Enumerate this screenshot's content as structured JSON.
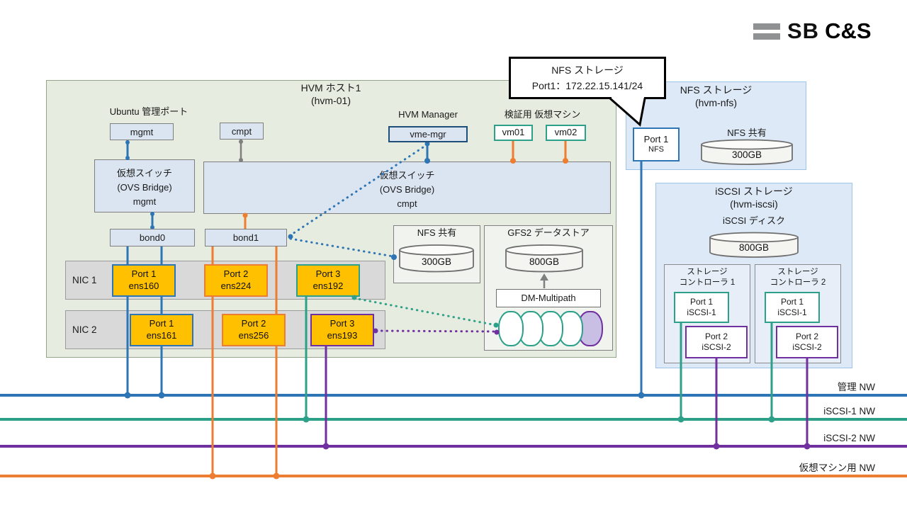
{
  "logo": {
    "sb": "SB",
    "cs": "C&S"
  },
  "host": {
    "title": "HVM ホスト1",
    "subtitle": "(hvm-01)",
    "ubuntu_port_label": "Ubuntu 管理ポート",
    "mgmt": "mgmt",
    "cmpt": "cmpt",
    "hvm_manager_label": "HVM Manager",
    "vme_mgr": "vme-mgr",
    "vm_group_label": "検証用 仮想マシン",
    "vm01": "vm01",
    "vm02": "vm02",
    "vswitch_mgmt": {
      "l1": "仮想スイッチ",
      "l2": "(OVS Bridge)",
      "l3": "mgmt"
    },
    "vswitch_cmpt": {
      "l1": "仮想スイッチ",
      "l2": "(OVS Bridge)",
      "l3": "cmpt"
    },
    "bond0": "bond0",
    "bond1": "bond1",
    "nic1_label": "NIC 1",
    "nic2_label": "NIC 2",
    "ports": {
      "ens160": {
        "l1": "Port 1",
        "l2": "ens160"
      },
      "ens224": {
        "l1": "Port 2",
        "l2": "ens224"
      },
      "ens192": {
        "l1": "Port 3",
        "l2": "ens192"
      },
      "ens161": {
        "l1": "Port 1",
        "l2": "ens161"
      },
      "ens256": {
        "l1": "Port 2",
        "l2": "ens256"
      },
      "ens193": {
        "l1": "Port 3",
        "l2": "ens193"
      }
    },
    "nfs_share": {
      "title": "NFS 共有",
      "size": "300GB"
    },
    "gfs2": {
      "title": "GFS2 データストア",
      "size": "800GB",
      "dm": "DM-Multipath"
    }
  },
  "callout": {
    "l1": "NFS ストレージ",
    "l2": "Port1：172.22.15.141/24"
  },
  "nfs_storage": {
    "title": "NFS ストレージ",
    "subtitle": "(hvm-nfs)",
    "port": {
      "l1": "Port 1",
      "l2": "NFS"
    },
    "share_label": "NFS 共有",
    "share_size": "300GB"
  },
  "iscsi_storage": {
    "title": "iSCSI ストレージ",
    "subtitle": "(hvm-iscsi)",
    "disk_label": "iSCSI ディスク",
    "disk_size": "800GB",
    "controllers": [
      {
        "l1": "ストレージ",
        "l2": "コントローラ 1",
        "port1": {
          "l1": "Port 1",
          "l2": "iSCSI-1"
        },
        "port2": {
          "l1": "Port 2",
          "l2": "iSCSI-2"
        }
      },
      {
        "l1": "ストレージ",
        "l2": "コントローラ 2",
        "port1": {
          "l1": "Port 1",
          "l2": "iSCSI-1"
        },
        "port2": {
          "l1": "Port 2",
          "l2": "iSCSI-2"
        }
      }
    ]
  },
  "networks": [
    {
      "label": "管理 NW",
      "color": "#2e75b6"
    },
    {
      "label": "iSCSI-1 NW",
      "color": "#2ca089"
    },
    {
      "label": "iSCSI-2 NW",
      "color": "#7030a0"
    },
    {
      "label": "仮想マシン用 NW",
      "color": "#ed7d31"
    }
  ]
}
